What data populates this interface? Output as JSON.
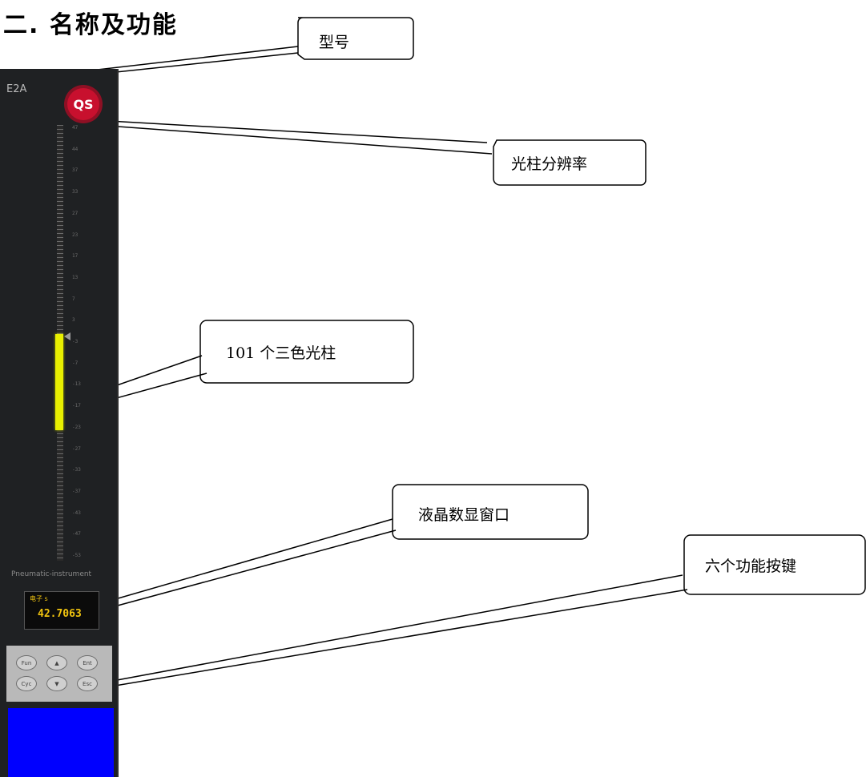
{
  "heading": "二. 名称及功能",
  "callouts": {
    "model": "型号",
    "resolution": "光柱分辨率",
    "bar": "101 个三色光柱",
    "lcd": "液晶数显窗口",
    "keys": "六个功能按键"
  },
  "device": {
    "model": "E2A",
    "logo_text": "QS",
    "brand": "Pneumatic-instrument",
    "scale_ticks": [
      "47",
      "44",
      "37",
      "33",
      "27",
      "23",
      "17",
      "13",
      "7",
      "3",
      "-3",
      "-7",
      "-13",
      "-17",
      "-23",
      "-27",
      "-33",
      "-37",
      "-43",
      "-47",
      "-53"
    ],
    "bar_level_top": 0.52,
    "bar_level_bottom": 0.3,
    "lcd_tag": "电子 s",
    "lcd_value": "42.7063",
    "keys": [
      "Fun",
      "▲",
      "Ent",
      "Cyc",
      "▼",
      "Esc"
    ],
    "colors": {
      "panel": "#1f2123",
      "bar": "#e8f000",
      "screen": "#0000ff",
      "logo": "#c8102e"
    }
  }
}
